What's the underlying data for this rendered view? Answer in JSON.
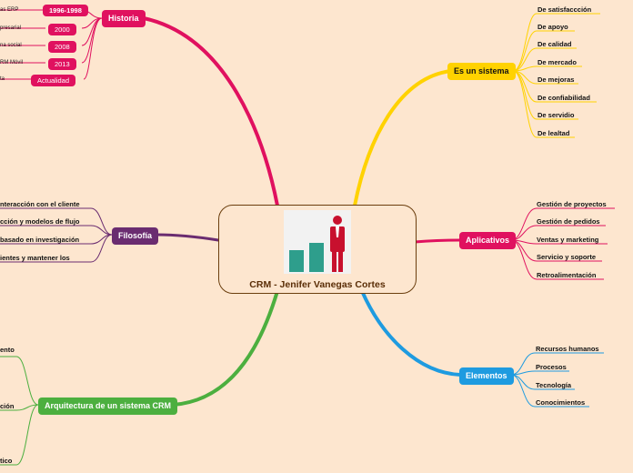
{
  "central": {
    "title": "CRM - Jenifer Vanegas Cortes",
    "image": "business-person-bar-chart-icon"
  },
  "colors": {
    "historia": "#E0115F",
    "sistema": "#FFD200",
    "aplicativos": "#E0115F",
    "elementos": "#1E9BE0",
    "filosofia": "#6A2C70",
    "arquitectura": "#4CAF3F"
  },
  "historia": {
    "label": "Historia",
    "items": [
      {
        "year": "1996-1998",
        "text": "as ERP"
      },
      {
        "year": "2000",
        "text": "presarial"
      },
      {
        "year": "2008",
        "text": "na social"
      },
      {
        "year": "2013",
        "text": "RM Móvil"
      },
      {
        "year": "Actualidad",
        "text": "ta"
      }
    ]
  },
  "sistema": {
    "label": "Es un sistema",
    "items": [
      "De satisfaccción",
      "De apoyo",
      "De calidad",
      "De mercado",
      "De mejoras",
      "De confiabilidad",
      "De servidio",
      "De lealtad"
    ]
  },
  "aplicativos": {
    "label": "Aplicativos",
    "items": [
      "Gestión de proyectos",
      "Gestión de pedidos",
      "Ventas y marketing",
      "Servicio y soporte",
      "Retroalimentación"
    ]
  },
  "elementos": {
    "label": "Elementos",
    "items": [
      "Recursos humanos",
      "Procesos",
      "Tecnología",
      "Conocimientos"
    ]
  },
  "filosofia": {
    "label": "Filosofía",
    "items": [
      "nteracción con el cliente",
      "cción y modelos de flujo",
      "basado en investigación",
      "ientes y mantener los"
    ]
  },
  "arquitectura": {
    "label": "Arquitectura de un sistema CRM",
    "items": [
      "ento",
      "ción",
      "tico"
    ]
  }
}
